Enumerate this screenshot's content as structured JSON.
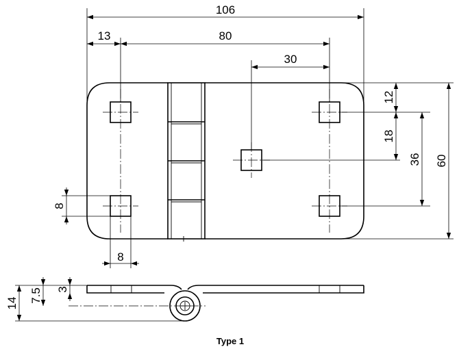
{
  "dimensions": {
    "overall_length": "106",
    "hole_pitch_length": "80",
    "edge_to_hole": "13",
    "center_hole_offset": "30",
    "top_edge_to_hole": "12",
    "hole_to_center_hole": "18",
    "hole_pitch_width": "36",
    "overall_width": "60",
    "square_hole_height": "8",
    "square_hole_width": "8",
    "total_thickness": "14",
    "pin_center_height": "7.5",
    "leaf_thickness": "3"
  },
  "caption": "Type 1"
}
